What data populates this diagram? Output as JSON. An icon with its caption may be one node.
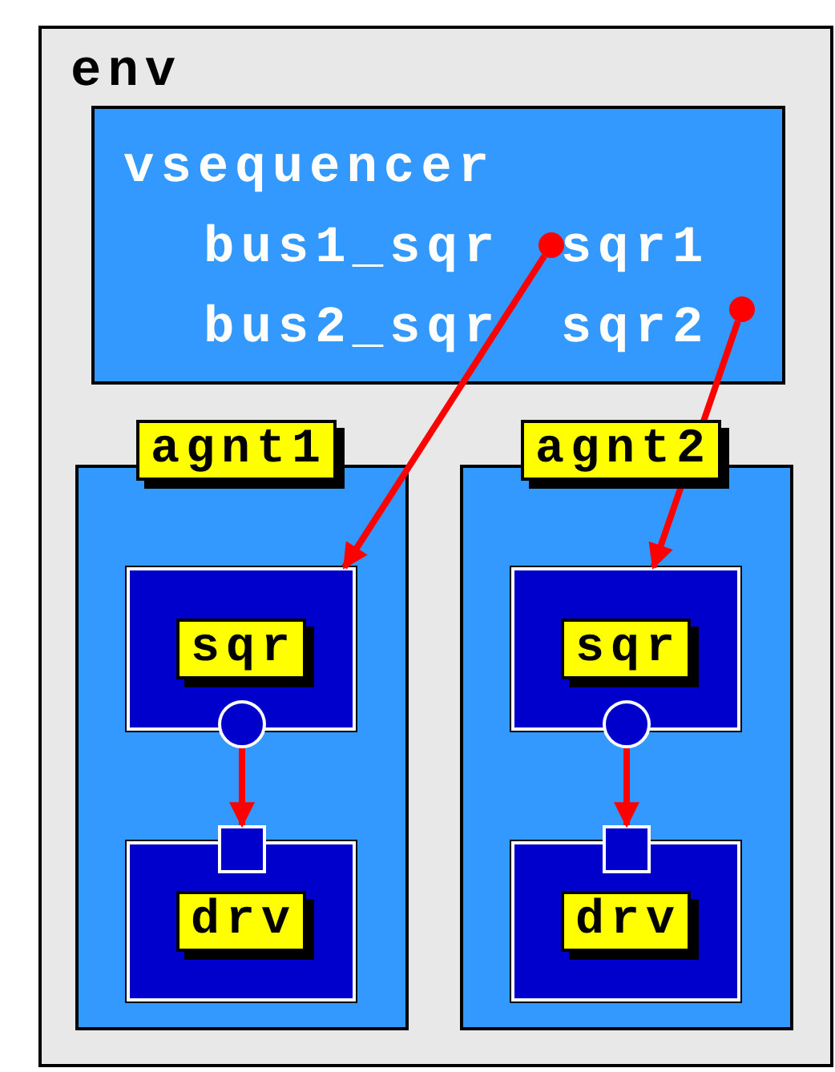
{
  "diagram": {
    "nodes": [
      {
        "text": [
          "env"
        ]
      },
      {
        "text": [
          "vsequencer",
          "bus1_sqr sqr1",
          "bus2_sqr sqr2"
        ],
        "in": 0
      },
      {
        "text": [],
        "shape": "circle",
        "in": 1
      },
      {
        "text": [],
        "shape": "circle",
        "in": 1
      },
      {
        "text": [
          "agnt1"
        ],
        "in": 0
      },
      {
        "text": [
          "sqr"
        ],
        "in": 4
      },
      {
        "text": [],
        "shape": "circle",
        "in": 4
      },
      {
        "text": [],
        "shape": "box",
        "in": 4
      },
      {
        "text": [
          "drv"
        ],
        "in": 4
      },
      {
        "text": [
          "agnt2"
        ],
        "in": 0
      },
      {
        "text": [
          "sqr"
        ],
        "in": 9
      },
      {
        "text": [],
        "shape": "circle",
        "in": 9
      },
      {
        "text": [],
        "shape": "box",
        "in": 9
      },
      {
        "text": [
          "drv"
        ],
        "in": 9
      }
    ],
    "edges": [
      {
        "from": 2,
        "to": 5,
        "arrow": "to"
      },
      {
        "from": 3,
        "to": 10,
        "arrow": "to"
      },
      {
        "from": 6,
        "to": 7,
        "arrow": "to"
      },
      {
        "from": 11,
        "to": 12,
        "arrow": "to"
      }
    ]
  }
}
